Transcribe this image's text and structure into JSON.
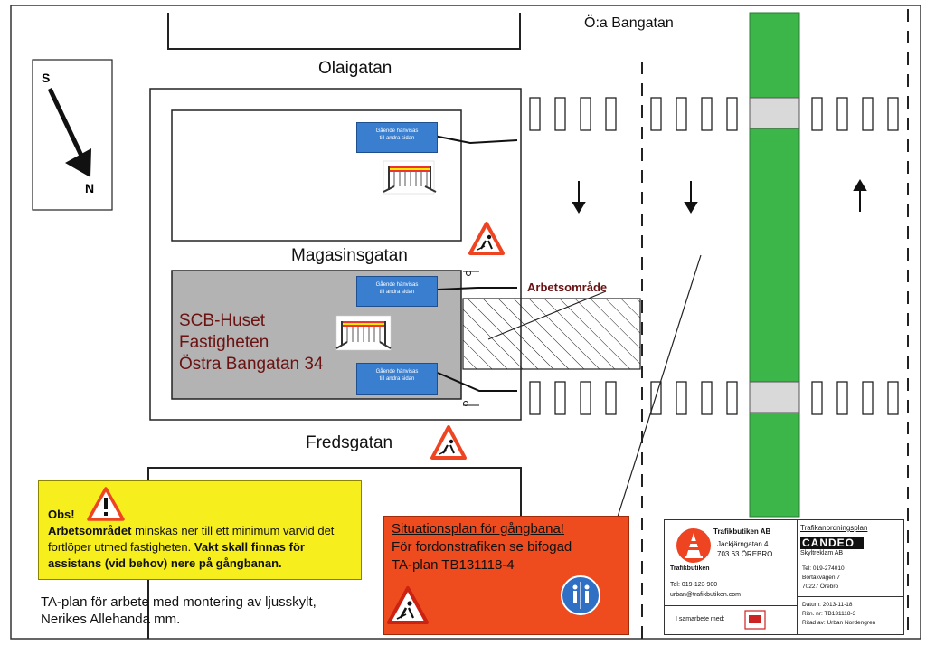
{
  "streets": {
    "oa_bangatan": "Ö:a Bangatan",
    "olaigatan": "Olaigatan",
    "magasinsgatan": "Magasinsgatan",
    "fredsgatan": "Fredsgatan"
  },
  "compass": {
    "south": "S",
    "north": "N"
  },
  "building": {
    "line1": "SCB-Huset",
    "line2": "Fastigheten",
    "line3": "Östra Bangatan 34"
  },
  "work_area_label": "Arbetsområde",
  "pedestrian_sign": {
    "line1": "Gående hänvisas",
    "line2": "till andra sidan"
  },
  "notice": {
    "obs": "Obs!",
    "bold1": "Arbetsområdet",
    "text1": " minskas ner till ett minimum varvid det fortlöper utmed fastigheten. ",
    "bold2": "Vakt skall finnas för assistans (vid behov) nere på gångbanan."
  },
  "situation": {
    "title": "Situationsplan för gångbana!",
    "line2": "För fordonstrafiken se bifogad",
    "line3": "TA-plan TB131118-4"
  },
  "caption": {
    "line1": "TA-plan för arbete med montering av ljusskylt,",
    "line2": "Nerikes Allehanda mm."
  },
  "company": {
    "name": "Trafikbutiken AB",
    "address1": "Jackjärngatan 4",
    "address2": "703 63 ÖREBRO",
    "logo_text": "Trafikbutiken",
    "tel": "Tel: 019-123 900",
    "email": "urban@trafikbutiken.com",
    "cooperation": "I samarbete med:"
  },
  "plan": {
    "title": "Trafikanordningsplan",
    "brand": "CANDEO",
    "brand_sub": "Skyltreklam AB",
    "tel": "Tel: 019-274010",
    "address1": "Bortäkvägen 7",
    "address2": "70227 Örebro",
    "date": "Datum: 2013-11-18",
    "drawing": "Ritn. nr: TB131118-3",
    "drawn_by": "Ritad av: Urban Nordengren"
  },
  "colors": {
    "green_median": "#3cb648",
    "building_gray": "#b3b3b3",
    "sign_blue": "#3a7fcf",
    "notice_yellow": "#f7ee1e",
    "situation_red": "#ee4b1f",
    "text_dark_red": "#6b1212"
  }
}
